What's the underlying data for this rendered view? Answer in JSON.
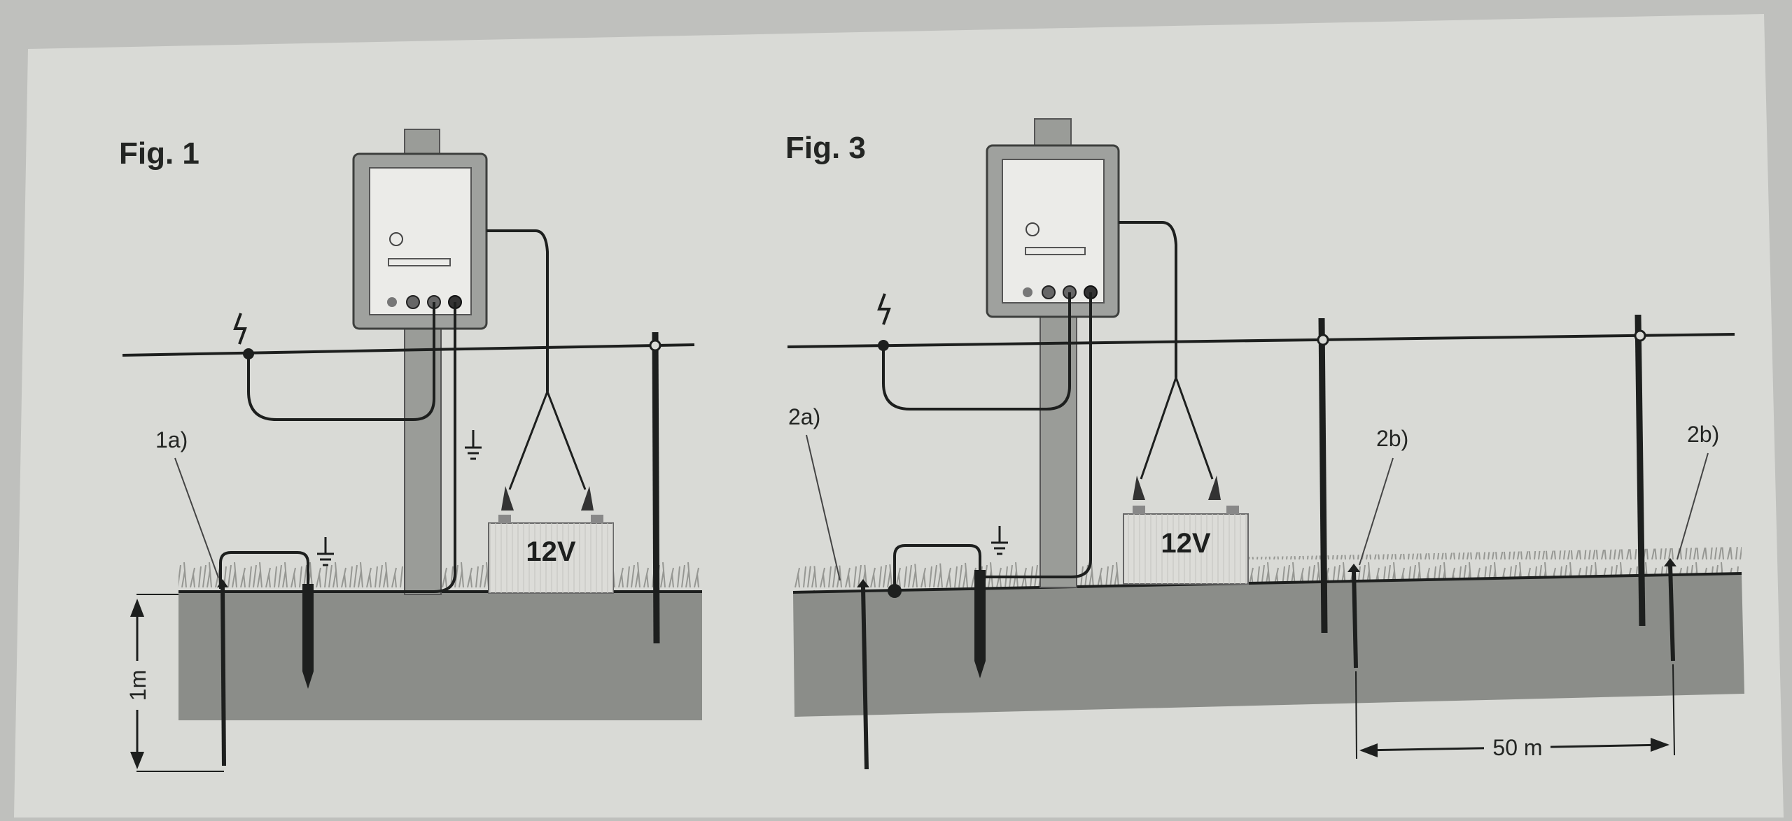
{
  "fig1": {
    "title": "Fig. 1",
    "battery_label": "12V",
    "ground_rod_label": "1a)",
    "depth_label": "1m"
  },
  "fig3": {
    "title": "Fig. 3",
    "battery_label": "12V",
    "ground_rod_label": "2a)",
    "earth_rod_label_1": "2b)",
    "earth_rod_label_2": "2b)",
    "distance_label": "50 m"
  },
  "colors": {
    "background": "#bfc0bd",
    "paper": "#d9dad6",
    "ground": "#8b8d89",
    "grass": "#a9aba6",
    "wire": "#1d1f1e",
    "device_frame": "#9fa19e",
    "device_panel": "#ebebe8",
    "battery": "#dcdcd8",
    "post": "#9a9c98"
  },
  "icons": [
    "lightning-icon",
    "ground-symbol-icon"
  ]
}
